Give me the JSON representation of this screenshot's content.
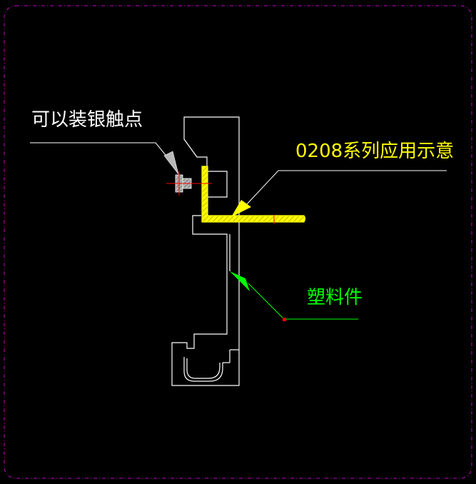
{
  "labels": {
    "silver_contact": "可以装银触点",
    "series_note": "0208系列应用示意",
    "plastic_part": "塑料件"
  },
  "colors": {
    "background": "#000000",
    "border": "#c400c4",
    "outline": "#ffffff",
    "terminal": "#ffff00",
    "plastic_leader": "#00ff00",
    "center_mark": "#ff0000",
    "contact": "#9a9a9a"
  }
}
